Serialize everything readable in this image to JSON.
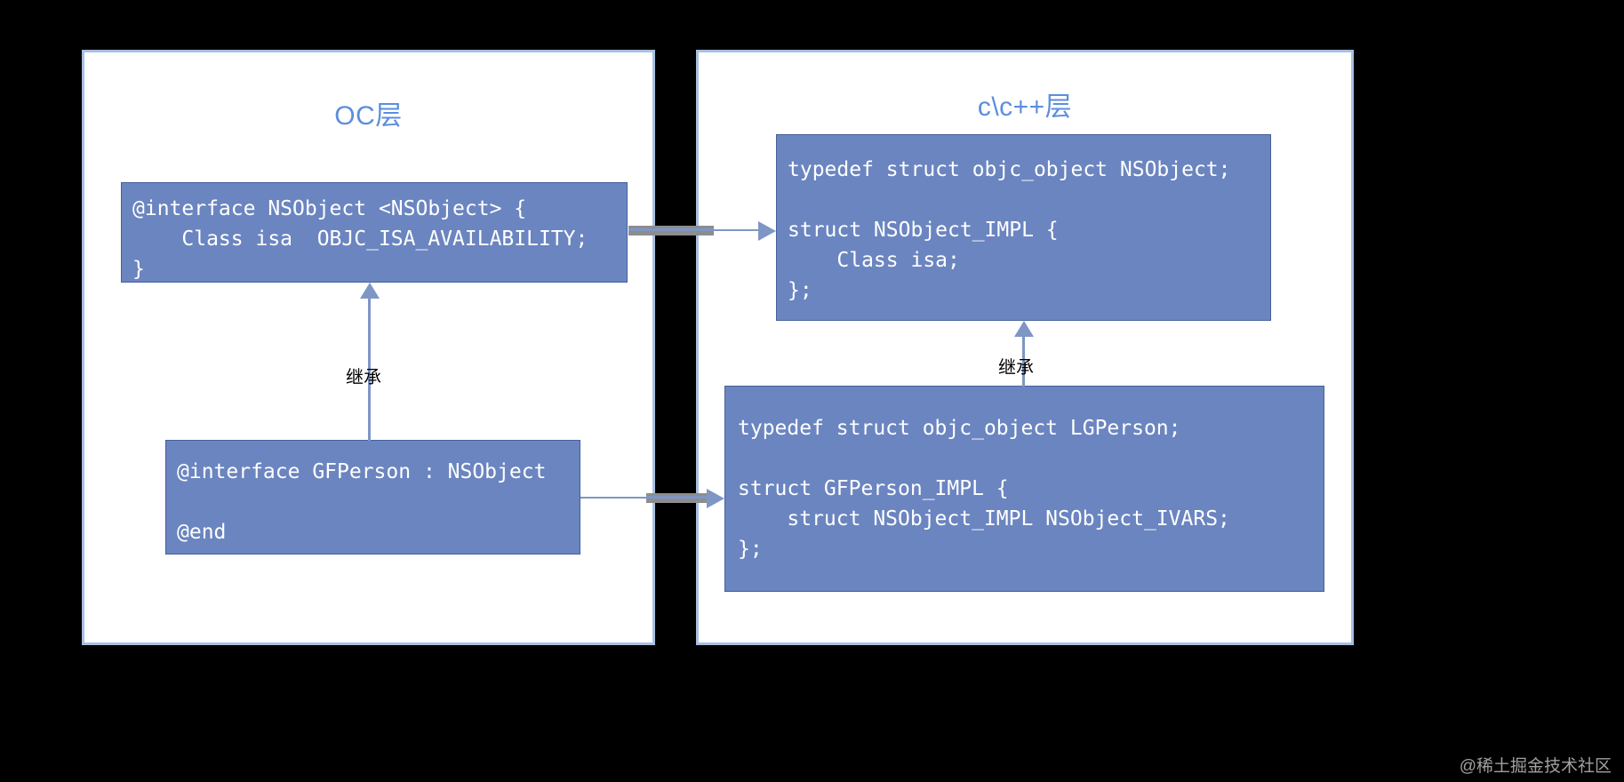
{
  "diagram": {
    "background_color": "#000000",
    "panel_border_color": "#a8c0e0",
    "code_box_color": "#6b85c0",
    "accent_color": "#5b8ede",
    "arrow_color": "#7d96c6",
    "arrow_gray_color": "#8d8d8d"
  },
  "panels": [
    {
      "id": "oc",
      "title": "OC层",
      "boxes": [
        {
          "id": "oc-nsobject",
          "code": "@interface NSObject <NSObject> {\n    Class isa  OBJC_ISA_AVAILABILITY;\n}"
        },
        {
          "id": "oc-gfperson",
          "code": "@interface GFPerson : NSObject\n\n@end"
        }
      ]
    },
    {
      "id": "cpp",
      "title": "c\\c++层",
      "boxes": [
        {
          "id": "c-nsobject",
          "code": "typedef struct objc_object NSObject;\n\nstruct NSObject_IMPL {\n    Class isa;\n};"
        },
        {
          "id": "c-gfperson",
          "code": "typedef struct objc_object LGPerson;\n\nstruct GFPerson_IMPL {\n    struct NSObject_IMPL NSObject_IVARS;\n};"
        }
      ]
    }
  ],
  "connectors": {
    "oc_to_c_top": {
      "label": ""
    },
    "oc_to_c_bottom": {
      "label": ""
    },
    "inherit_oc": {
      "label": "继承"
    },
    "inherit_c": {
      "label": "继承"
    }
  },
  "watermark": "@稀土掘金技术社区"
}
